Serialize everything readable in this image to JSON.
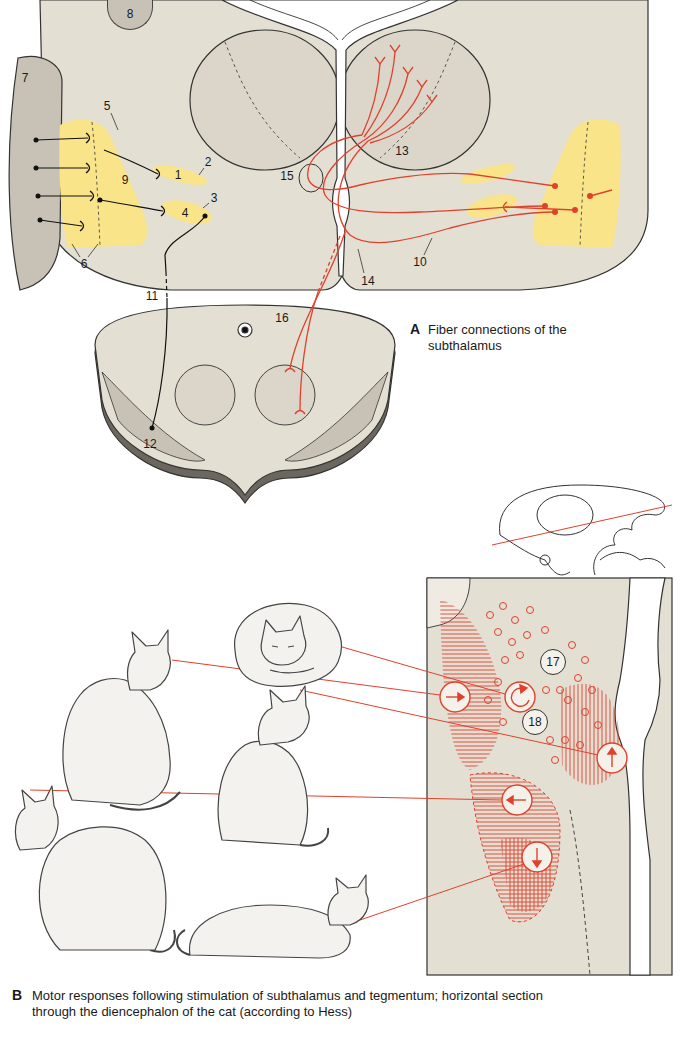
{
  "diagram": {
    "nodes": [
      {
        "text": [
          "8"
        ]
      },
      {
        "text": [
          "17"
        ]
      },
      {
        "text": [
          "18"
        ]
      }
    ],
    "labels": [
      "7",
      "5",
      "9",
      "1",
      "2",
      "3",
      "4",
      "6",
      "15",
      "13",
      "10",
      "14",
      "11",
      "16",
      "12",
      "A",
      "Fiber connections of the subthalamus",
      "B",
      "Motor responses following stimulation of subthalamus and tegmentum; horizontal section through the diencephalon of the cat (according to Hess)"
    ]
  }
}
